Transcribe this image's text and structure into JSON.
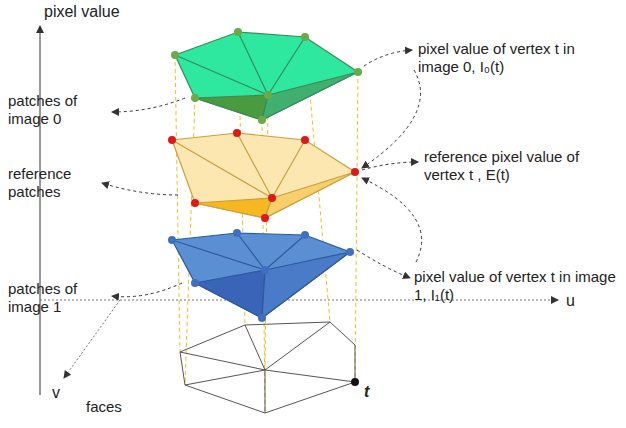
{
  "diagram": {
    "labels": [
      "pixel value",
      "pixel value of vertex t in image 0, I₀(t)",
      "patches of image 0",
      "reference pixel value of vertex t , E(t)",
      "reference patches",
      "patches of image 1",
      "pixel value of vertex t in image 1, I₁(t)",
      "u",
      "v",
      "faces",
      "t"
    ]
  }
}
